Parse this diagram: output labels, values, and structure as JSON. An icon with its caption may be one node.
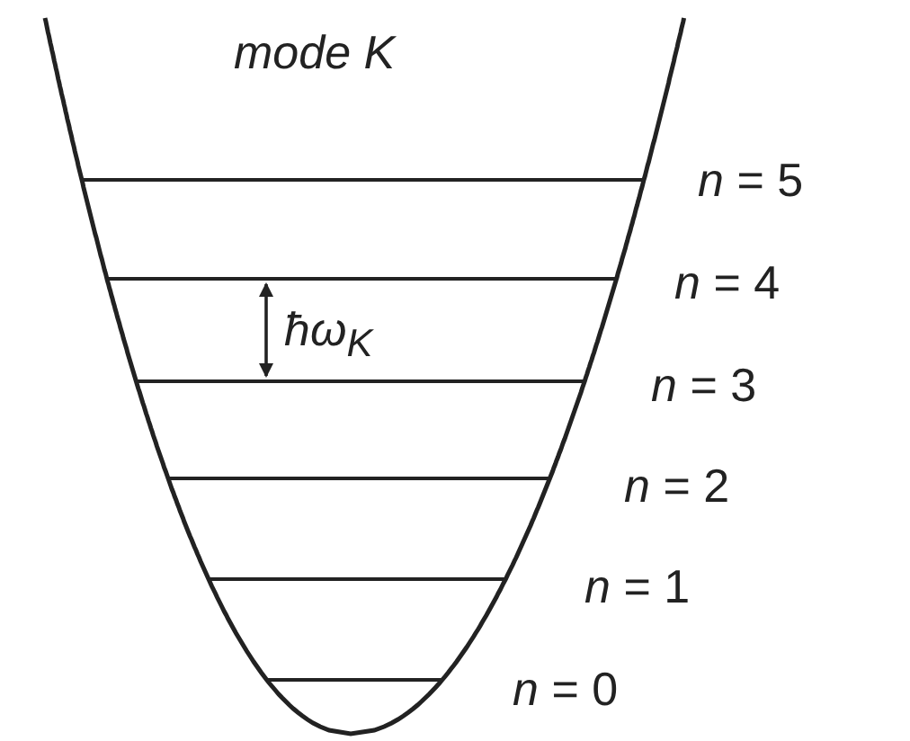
{
  "diagram": {
    "labels": [
      "mode K",
      "*n* = 5",
      "*n* = 4",
      "ħω$_{K}$",
      "*n* = 3",
      "*n* = 2",
      "*n* = 1",
      "*n* = 0"
    ]
  }
}
